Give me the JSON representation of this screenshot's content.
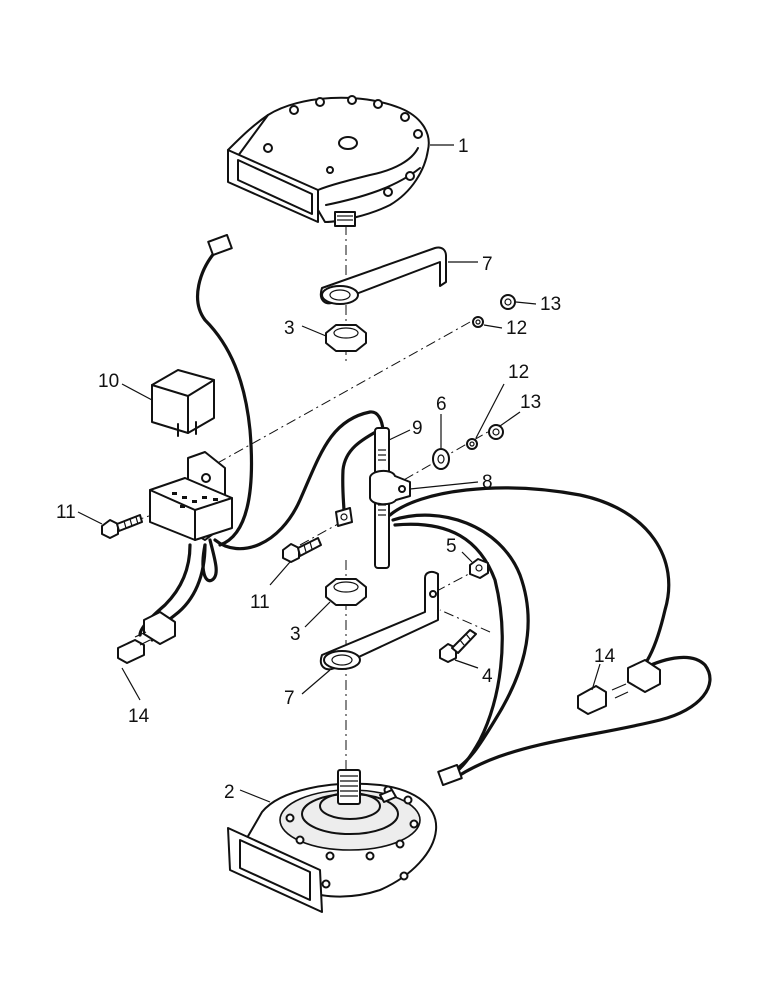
{
  "diagram": {
    "callouts": {
      "c1": "1",
      "c2": "2",
      "c3_top": "3",
      "c3_bottom": "3",
      "c4": "4",
      "c5": "5",
      "c6": "6",
      "c7_top": "7",
      "c7_bottom": "7",
      "c8": "8",
      "c9": "9",
      "c10": "10",
      "c11_left": "11",
      "c11_mid": "11",
      "c12_top": "12",
      "c12_mid": "12",
      "c13_top": "13",
      "c13_mid": "13",
      "c14_left": "14",
      "c14_right": "14"
    }
  }
}
